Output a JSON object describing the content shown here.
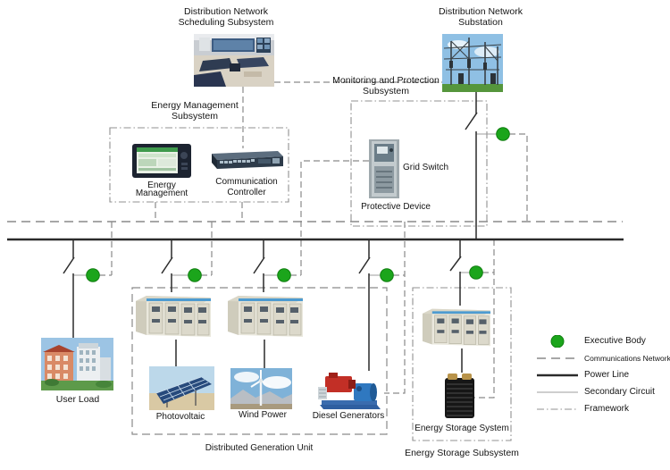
{
  "colors": {
    "executive_green": "#1ba51b",
    "executive_green_border": "#0f7d0f",
    "power_line": "#2b2b2b",
    "comms_line": "#8a8a8a",
    "framework_line": "#909090",
    "secondary_line": "#9e9e9e",
    "text": "#141414",
    "background": "#ffffff"
  },
  "top": {
    "scheduling": {
      "label_line1": "Distribution Network",
      "label_line2": "Scheduling Subsystem",
      "image": "control-room-photo"
    },
    "substation": {
      "label_line1": "Distribution Network",
      "label_line2": "Substation",
      "image": "substation-yard-photo"
    }
  },
  "subsystems": {
    "energy_management": {
      "title_line1": "Energy Management",
      "title_line2": "Subsystem",
      "hmi": {
        "label_line1": "Energy",
        "label_line2": "Management",
        "image": "hmi-panel-photo"
      },
      "controller": {
        "label_line1": "Communication",
        "label_line2": "Controller",
        "image": "network-switch-photo"
      }
    },
    "monitoring_protection": {
      "title_line1": "Monitoring and Protection",
      "title_line2": "Subsystem",
      "grid_switch_label": "Grid Switch",
      "protective_device_label": "Protective Device",
      "protective_device_image": "protection-cabinet-photo"
    },
    "distributed_generation": {
      "title": "Distributed Generation Unit",
      "sources": [
        {
          "label": "Photovoltaic",
          "image": "solar-panel-photo"
        },
        {
          "label": "Wind Power",
          "image": "wind-turbine-photo"
        },
        {
          "label": "Diesel Generators",
          "image": "diesel-generator-photo"
        }
      ],
      "cabinet_image": "switchgear-cabinet-photo"
    },
    "energy_storage": {
      "title": "Energy Storage Subsystem",
      "system_label": "Energy Storage System",
      "battery_image": "battery-stack-photo",
      "cabinet_image": "switchgear-cabinet-photo"
    }
  },
  "user_load": {
    "label": "User Load",
    "image": "apartment-buildings-photo"
  },
  "legend": {
    "items": [
      {
        "key": "executive-body",
        "label": "Executive Body"
      },
      {
        "key": "communications-network",
        "label": "Communications Network"
      },
      {
        "key": "power-line",
        "label": "Power Line"
      },
      {
        "key": "secondary-circuit",
        "label": "Secondary Circuit"
      },
      {
        "key": "framework",
        "label": "Framework"
      }
    ]
  }
}
